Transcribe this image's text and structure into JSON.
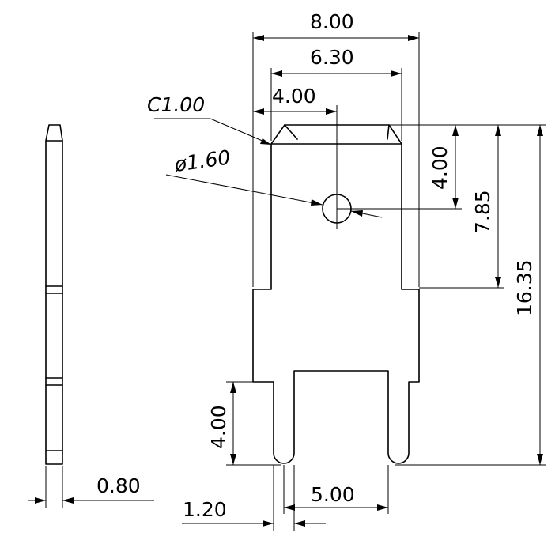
{
  "drawing": {
    "dimensions": {
      "overall_width": "8.00",
      "blade_width": "6.30",
      "hole_offset": "4.00",
      "chamfer": "C1.00",
      "hole_diameter": "ø1.60",
      "hole_depth": "4.00",
      "blade_length": "7.85",
      "total_length": "16.35",
      "pin_length": "4.00",
      "thickness": "0.80",
      "pin_width": "1.20",
      "pin_spacing": "5.00"
    }
  }
}
